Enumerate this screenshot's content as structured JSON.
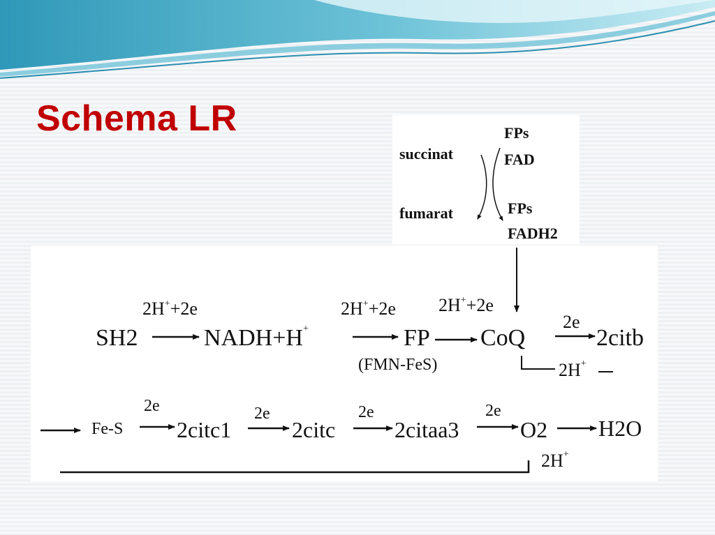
{
  "slide": {
    "title": "Schema LR"
  },
  "top_panel": {
    "succinat": "succinat",
    "fumarat": "fumarat",
    "fps_top": "FPs",
    "fad": "FAD",
    "fps_bottom": "FPs",
    "fadh2": "FADH2"
  },
  "chain_row1": {
    "sh2": "SH2",
    "step1_label": "2H",
    "step1_label_rest": "+2e",
    "nadh": "NADH+H",
    "step2_label": "2H",
    "step2_label_rest": "+2e",
    "fp": "FP",
    "fmn_fes": "(FMN-FeS)",
    "step3_label": "2H",
    "step3_label_rest": "+2e",
    "coq": "CoQ",
    "step4_label": "2e",
    "citb": "2citb",
    "h_out": "2H",
    "plus": "+"
  },
  "chain_row2": {
    "fes": "Fe-S",
    "e1": "2e",
    "citc1": "2citc1",
    "e2": "2e",
    "citc": "2citc",
    "e3": "2e",
    "citaa3": "2citaa3",
    "e4": "2e",
    "o2": "O2",
    "h2o": "H2O",
    "h_in": "2H",
    "plus": "+"
  },
  "colors": {
    "title": "#c00000",
    "wave_dark": "#2b8fb0",
    "wave_light": "#bfe3ee"
  }
}
